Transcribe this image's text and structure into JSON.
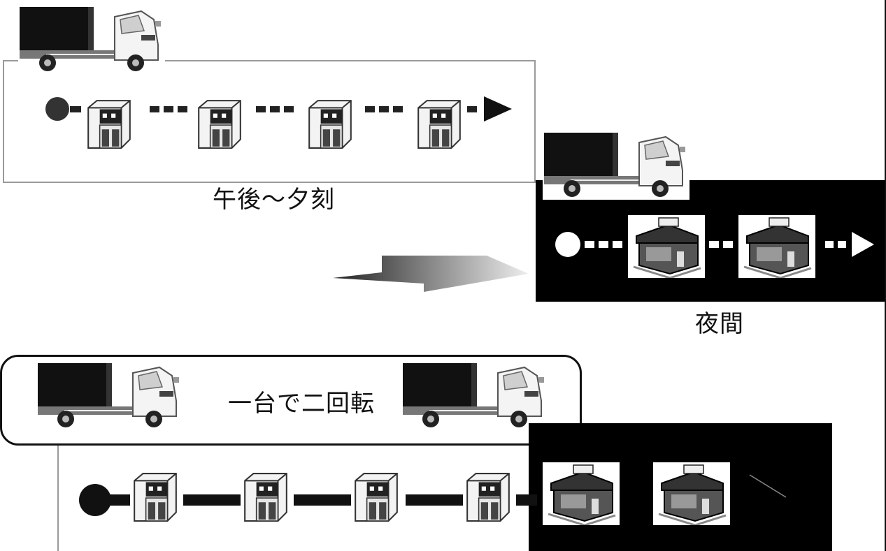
{
  "labels": {
    "afternoon": "午後～夕刻",
    "night": "夜間",
    "two_rotations": "一台で二回転"
  },
  "icons": {
    "truck": "delivery-truck-icon",
    "store": "convenience-store-icon",
    "house_store": "shop-building-icon",
    "start": "start-dot-icon",
    "arrow": "arrow-head-icon"
  },
  "colors": {
    "dark_panel": "#000000",
    "frame": "#9a9a9a",
    "text": "#111111"
  }
}
